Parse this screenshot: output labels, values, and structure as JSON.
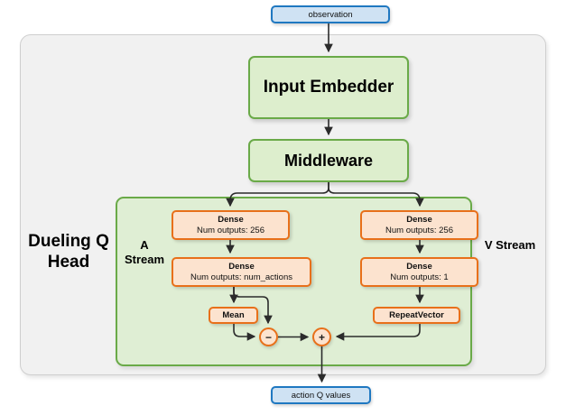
{
  "diagram": {
    "type": "flowchart",
    "title": "Dueling Q Head network architecture",
    "colors": {
      "io_fill": "#cfe2f3",
      "io_stroke": "#1f78c1",
      "green_fill": "#ddeecd",
      "green_stroke": "#6aaa48",
      "orange_fill": "#fce3cf",
      "orange_stroke": "#e8701a",
      "outer_fill": "#f1f1f1",
      "outer_stroke": "#cfcfcf",
      "edge": "#2b2b2b"
    },
    "io": {
      "input_label": "observation",
      "output_label": "action Q values"
    },
    "blocks": {
      "input_embedder": "Input Embedder",
      "middleware": "Middleware"
    },
    "labels": {
      "head": "Dueling Q Head",
      "a_stream": "A Stream",
      "v_stream": "V Stream"
    },
    "a_stream": {
      "dense1": {
        "title": "Dense",
        "subtitle": "Num outputs: 256"
      },
      "dense2": {
        "title": "Dense",
        "subtitle": "Num outputs: num_actions"
      },
      "mean": {
        "title": "Mean"
      },
      "operator": "−"
    },
    "v_stream": {
      "dense1": {
        "title": "Dense",
        "subtitle": "Num outputs: 256"
      },
      "dense2": {
        "title": "Dense",
        "subtitle": "Num outputs: 1"
      },
      "repeat": {
        "title": "RepeatVector"
      },
      "operator": "+"
    },
    "edges": [
      {
        "from": "observation",
        "to": "input_embedder"
      },
      {
        "from": "input_embedder",
        "to": "middleware"
      },
      {
        "from": "middleware",
        "to": "a_dense1"
      },
      {
        "from": "middleware",
        "to": "v_dense1"
      },
      {
        "from": "a_dense1",
        "to": "a_dense2"
      },
      {
        "from": "a_dense2",
        "to": "mean"
      },
      {
        "from": "a_dense2",
        "to": "minus"
      },
      {
        "from": "mean",
        "to": "minus"
      },
      {
        "from": "v_dense1",
        "to": "v_dense2"
      },
      {
        "from": "v_dense2",
        "to": "repeat_vector"
      },
      {
        "from": "minus",
        "to": "plus"
      },
      {
        "from": "repeat_vector",
        "to": "plus"
      },
      {
        "from": "plus",
        "to": "action_q_values"
      }
    ]
  }
}
